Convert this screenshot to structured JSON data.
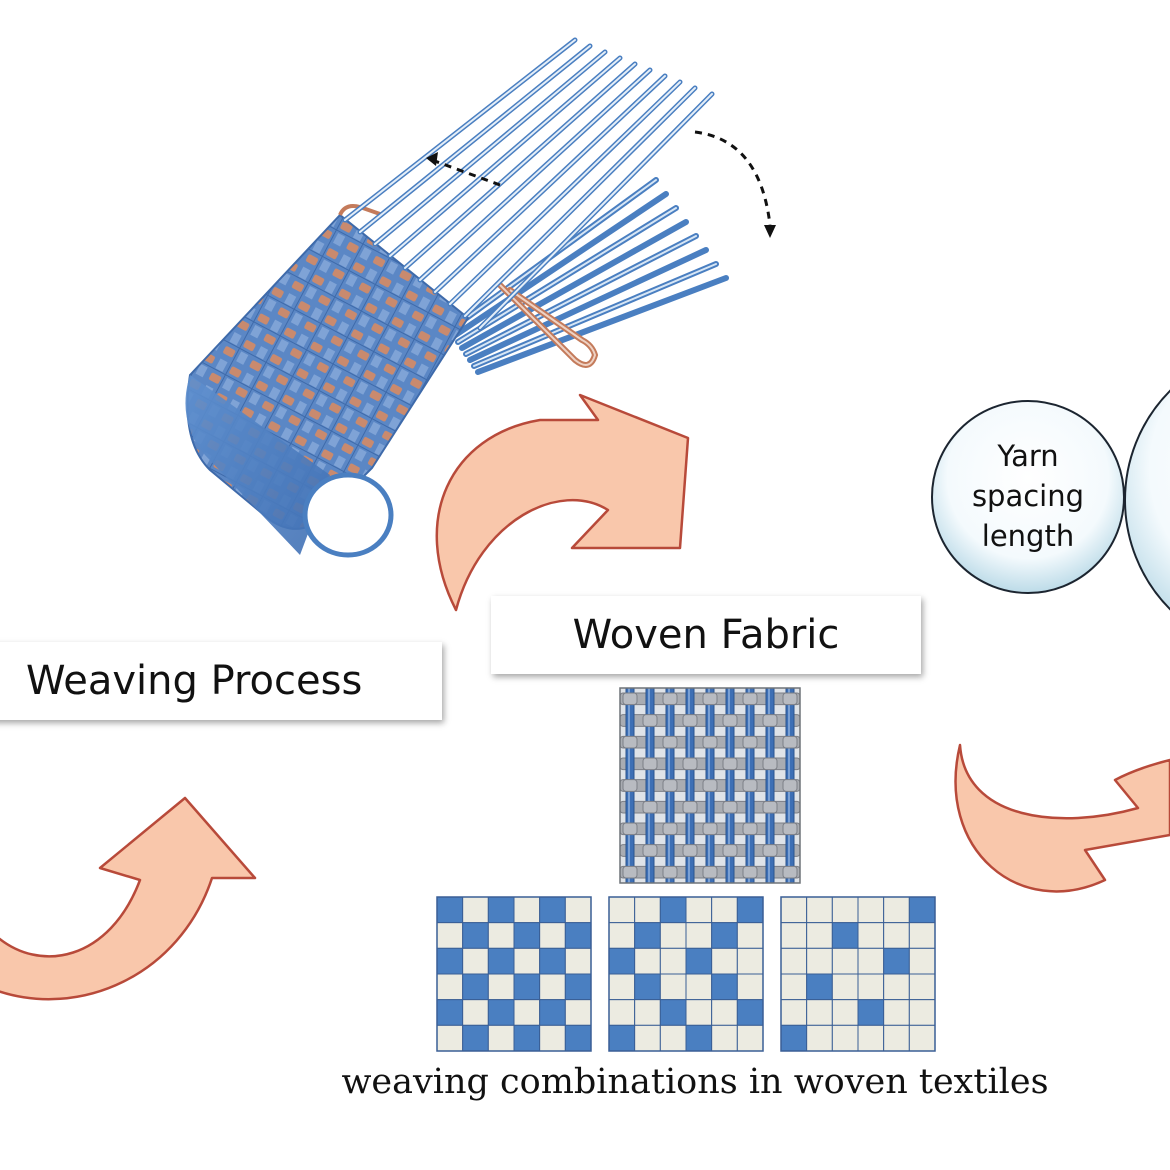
{
  "labels": {
    "weaving_process": "Weaving Process",
    "woven_fabric": "Woven Fabric",
    "caption": "weaving combinations in woven textiles"
  },
  "bubble": {
    "line1": "Yarn",
    "line2": "spacing",
    "line3": "length"
  },
  "colors": {
    "arrow_fill": "#f9c7ab",
    "arrow_stroke": "#b84a3a",
    "yarn_blue": "#4a7fc1",
    "weft_copper": "#c47b5b",
    "grid_light": "#ecebe1"
  },
  "patterns": [
    {
      "name": "plain",
      "grid": [
        [
          1,
          0,
          1,
          0,
          1,
          0
        ],
        [
          0,
          1,
          0,
          1,
          0,
          1
        ],
        [
          1,
          0,
          1,
          0,
          1,
          0
        ],
        [
          0,
          1,
          0,
          1,
          0,
          1
        ],
        [
          1,
          0,
          1,
          0,
          1,
          0
        ],
        [
          0,
          1,
          0,
          1,
          0,
          1
        ]
      ]
    },
    {
      "name": "twill",
      "grid": [
        [
          0,
          0,
          1,
          0,
          0,
          1
        ],
        [
          0,
          1,
          0,
          0,
          1,
          0
        ],
        [
          1,
          0,
          0,
          1,
          0,
          0
        ],
        [
          0,
          1,
          0,
          0,
          1,
          0
        ],
        [
          0,
          0,
          1,
          0,
          0,
          1
        ],
        [
          1,
          0,
          0,
          1,
          0,
          0
        ]
      ]
    },
    {
      "name": "satin",
      "grid": [
        [
          0,
          0,
          0,
          0,
          0,
          1
        ],
        [
          0,
          0,
          1,
          0,
          0,
          0
        ],
        [
          0,
          0,
          0,
          0,
          1,
          0
        ],
        [
          0,
          1,
          0,
          0,
          0,
          0
        ],
        [
          0,
          0,
          0,
          1,
          0,
          0
        ],
        [
          1,
          0,
          0,
          0,
          0,
          0
        ]
      ]
    }
  ]
}
